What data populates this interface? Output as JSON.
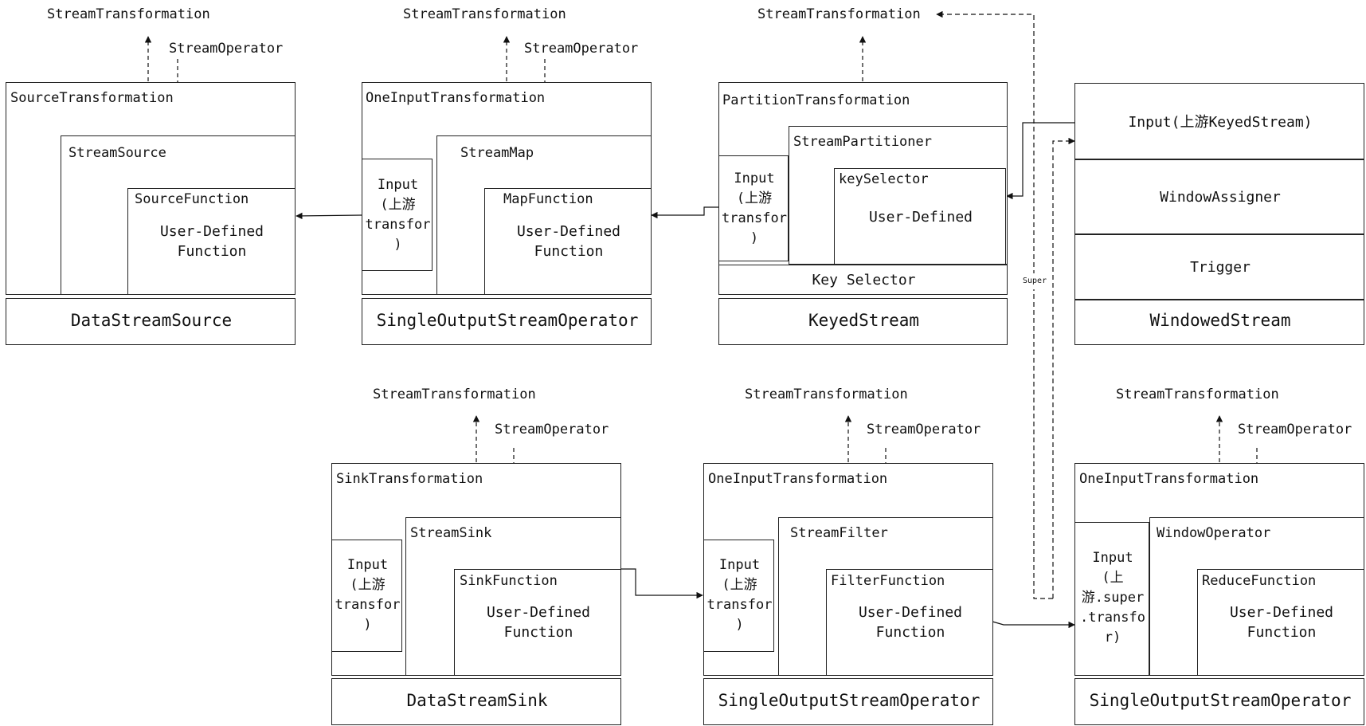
{
  "blocks": {
    "source": {
      "api": "DataStreamSource",
      "transformation_above": "StreamTransformation",
      "operator_above": "StreamOperator",
      "transformation": "SourceTransformation",
      "operator": "StreamSource",
      "function": "SourceFunction",
      "user_defined": "User-Defined\nFunction"
    },
    "map": {
      "api": "SingleOutputStreamOperator",
      "transformation_above": "StreamTransformation",
      "operator_above": "StreamOperator",
      "transformation": "OneInputTransformation",
      "operator": "StreamMap",
      "function": "MapFunction",
      "user_defined": "User-Defined\nFunction",
      "input": "Input\n(上游\ntransfor\n)"
    },
    "keyed": {
      "api": "KeyedStream",
      "transformation_above": "StreamTransformation",
      "transformation": "PartitionTransformation",
      "partitioner": "StreamPartitioner",
      "key_selector_fn": "keySelector",
      "user_defined": "User-Defined",
      "key_selector": "Key Selector",
      "input": "Input\n(上游\ntransfor\n)"
    },
    "windowed": {
      "api": "WindowedStream",
      "input": "Input(上游KeyedStream)",
      "assigner": "WindowAssigner",
      "trigger": "Trigger"
    },
    "sink": {
      "api": "DataStreamSink",
      "transformation_above": "StreamTransformation",
      "operator_above": "StreamOperator",
      "transformation": "SinkTransformation",
      "operator": "StreamSink",
      "function": "SinkFunction",
      "user_defined": "User-Defined\nFunction",
      "input": "Input\n(上游\ntransfor\n)"
    },
    "filter": {
      "api": "SingleOutputStreamOperator",
      "transformation_above": "StreamTransformation",
      "operator_above": "StreamOperator",
      "transformation": "OneInputTransformation",
      "operator": "StreamFilter",
      "function": "FilterFunction",
      "user_defined": "User-Defined\nFunction",
      "input": "Input\n(上游\ntransfor\n)"
    },
    "reduce": {
      "api": "SingleOutputStreamOperator",
      "transformation_above": "StreamTransformation",
      "operator_above": "StreamOperator",
      "transformation": "OneInputTransformation",
      "operator": "WindowOperator",
      "function": "ReduceFunction",
      "user_defined": "User-Defined\nFunction",
      "input": "Input\n(上\n游.super\n.transfo\nr)"
    }
  },
  "edge_labels": {
    "super": "Super"
  }
}
